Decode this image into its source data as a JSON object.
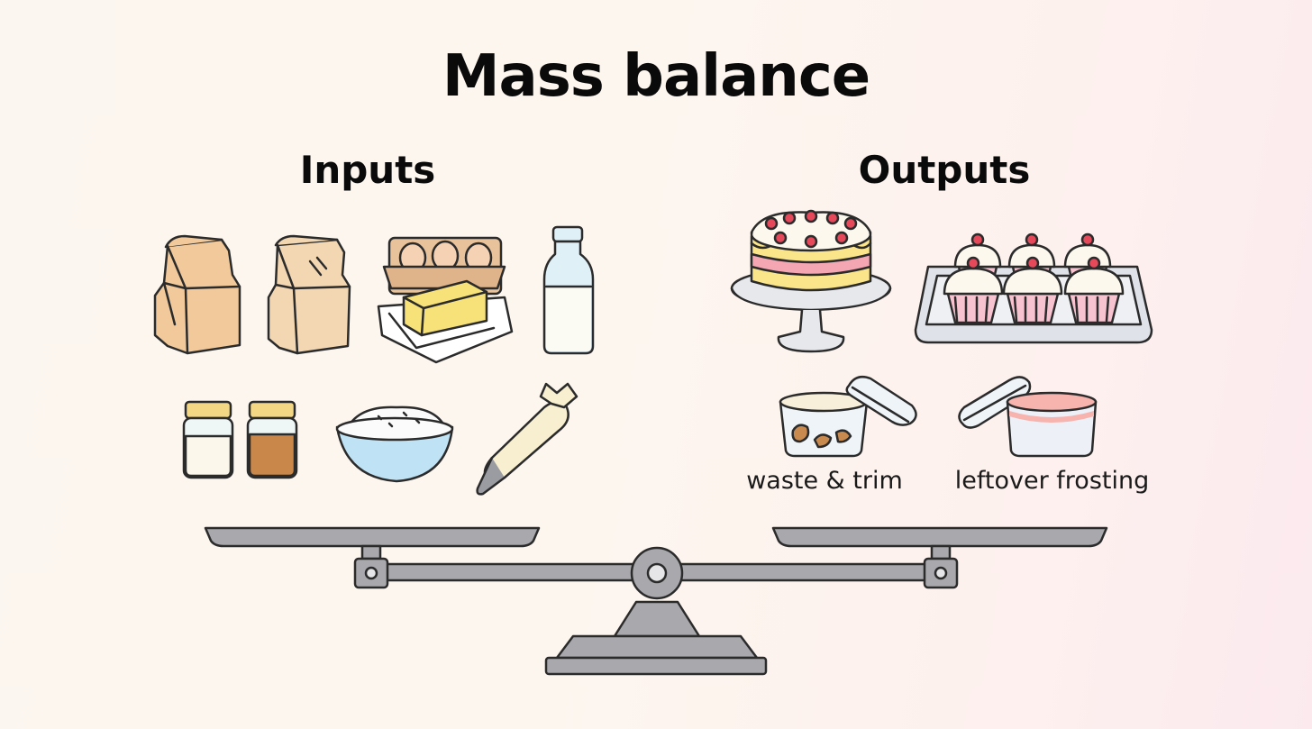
{
  "title": "Mass balance",
  "inputs": {
    "heading": "Inputs",
    "items": [
      {
        "icon": "paper-bag-icon",
        "color": "#f1c99a"
      },
      {
        "icon": "paper-bag-icon",
        "color": "#f3d7b2"
      },
      {
        "icon": "egg-carton-and-butter-icon",
        "color": "#f7e27a"
      },
      {
        "icon": "milk-bottle-icon",
        "color": "#dff0f7"
      },
      {
        "icon": "jar-icon",
        "color": "#fbf7ea"
      },
      {
        "icon": "jar-icon",
        "color": "#c9874a"
      },
      {
        "icon": "flour-bowl-icon",
        "color": "#bfe3f5"
      },
      {
        "icon": "piping-bag-icon",
        "color": "#f7efcf"
      }
    ]
  },
  "outputs": {
    "heading": "Outputs",
    "items": [
      {
        "icon": "layer-cake-icon",
        "color": "#fbe58a"
      },
      {
        "icon": "cupcake-tray-icon",
        "color": "#f8c3d0"
      },
      {
        "icon": "waste-container-icon",
        "color": "#c98a4f"
      },
      {
        "icon": "frosting-container-icon",
        "color": "#f7b3ad"
      }
    ],
    "captions": {
      "waste": "waste & trim",
      "leftover": "leftover frosting"
    }
  },
  "scale": {
    "icon": "balance-scale-icon",
    "color": "#a9a9ad"
  }
}
